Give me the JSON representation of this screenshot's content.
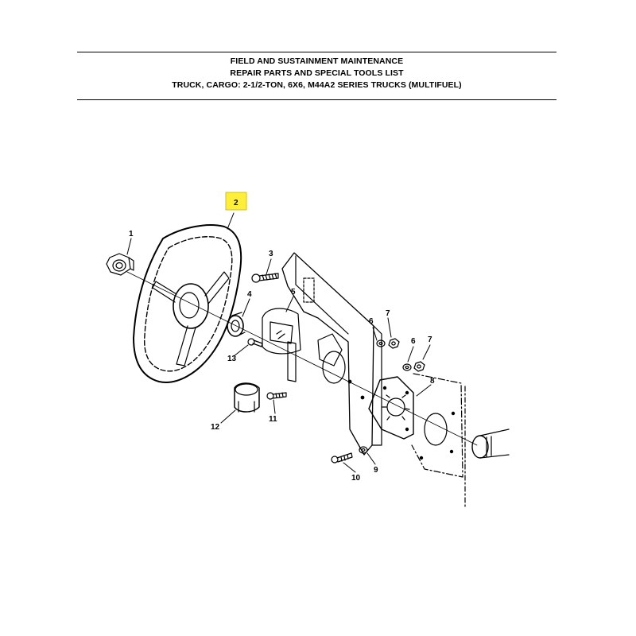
{
  "header": {
    "line1": "FIELD AND SUSTAINMENT MAINTENANCE",
    "line2": "REPAIR PARTS AND SPECIAL TOOLS LIST",
    "line3": "TRUCK, CARGO: 2-1/2-TON, 6X6, M44A2 SERIES TRUCKS (MULTIFUEL)"
  },
  "callouts": {
    "c1": "1",
    "c2": "2",
    "c3": "3",
    "c4": "4",
    "c5": "5",
    "c6a": "6",
    "c7a": "7",
    "c6b": "6",
    "c7b": "7",
    "c8": "8",
    "c9": "9",
    "c10": "10",
    "c11": "11",
    "c12": "12",
    "c13": "13"
  },
  "highlight_color": "#ffef3a"
}
